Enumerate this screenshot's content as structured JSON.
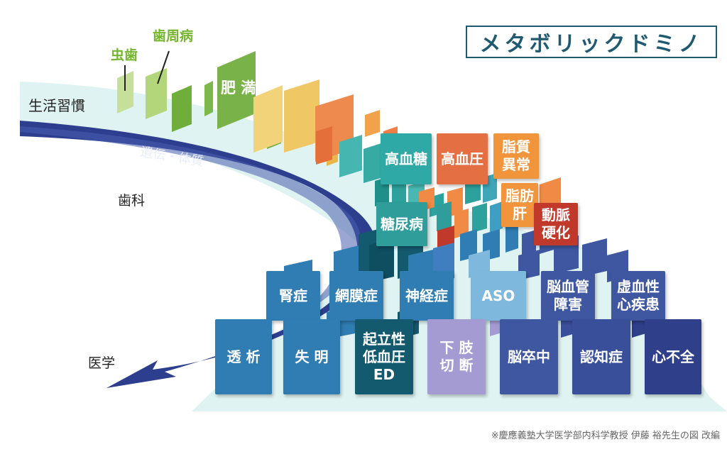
{
  "title": "メタボリックドミノ",
  "labels": {
    "lifestyle": "生活習慣",
    "heredity": "遺伝・体質",
    "dental": "歯科",
    "medical": "医学",
    "caries": "虫歯",
    "periodontal": "歯周病",
    "obesity": "肥 満"
  },
  "tier1": [
    {
      "label": "高血糖",
      "color": "#2fa9a5"
    },
    {
      "label": "高血圧",
      "color": "#e36f43"
    },
    {
      "label": "脂質\n異常",
      "color": "#f0953b"
    }
  ],
  "tier2": [
    {
      "label": "糖尿病",
      "color": "#2f9e9a"
    },
    {
      "label": "脂肪\n肝",
      "color": "#f0953b"
    },
    {
      "label": "動脈\n硬化",
      "color": "#c0392b"
    }
  ],
  "tier3": [
    {
      "label": "腎症",
      "color": "#2f7db3"
    },
    {
      "label": "網膜症",
      "color": "#2f7db3"
    },
    {
      "label": "神経症",
      "color": "#2f7db3"
    },
    {
      "label": "ASO",
      "color": "#7fb8dd"
    },
    {
      "label": "脳血管\n障害",
      "color": "#3f57a1"
    },
    {
      "label": "虚血性\n心疾患",
      "color": "#3f57a1"
    }
  ],
  "tier4": [
    {
      "label": "透 析",
      "color": "#2f7db3"
    },
    {
      "label": "失 明",
      "color": "#2f7db3"
    },
    {
      "label": "起立性\n低血圧\nED",
      "color": "#145a6e"
    },
    {
      "label": "下 肢\n切 断",
      "color": "#a49bd3"
    },
    {
      "label": "脳卒中",
      "color": "#3f57a1"
    },
    {
      "label": "認知症",
      "color": "#3a4f9a"
    },
    {
      "label": "心不全",
      "color": "#2f3f8a"
    }
  ],
  "footer": "※慶應義塾大学医学部内科学教授 伊藤 裕先生の図 改編"
}
